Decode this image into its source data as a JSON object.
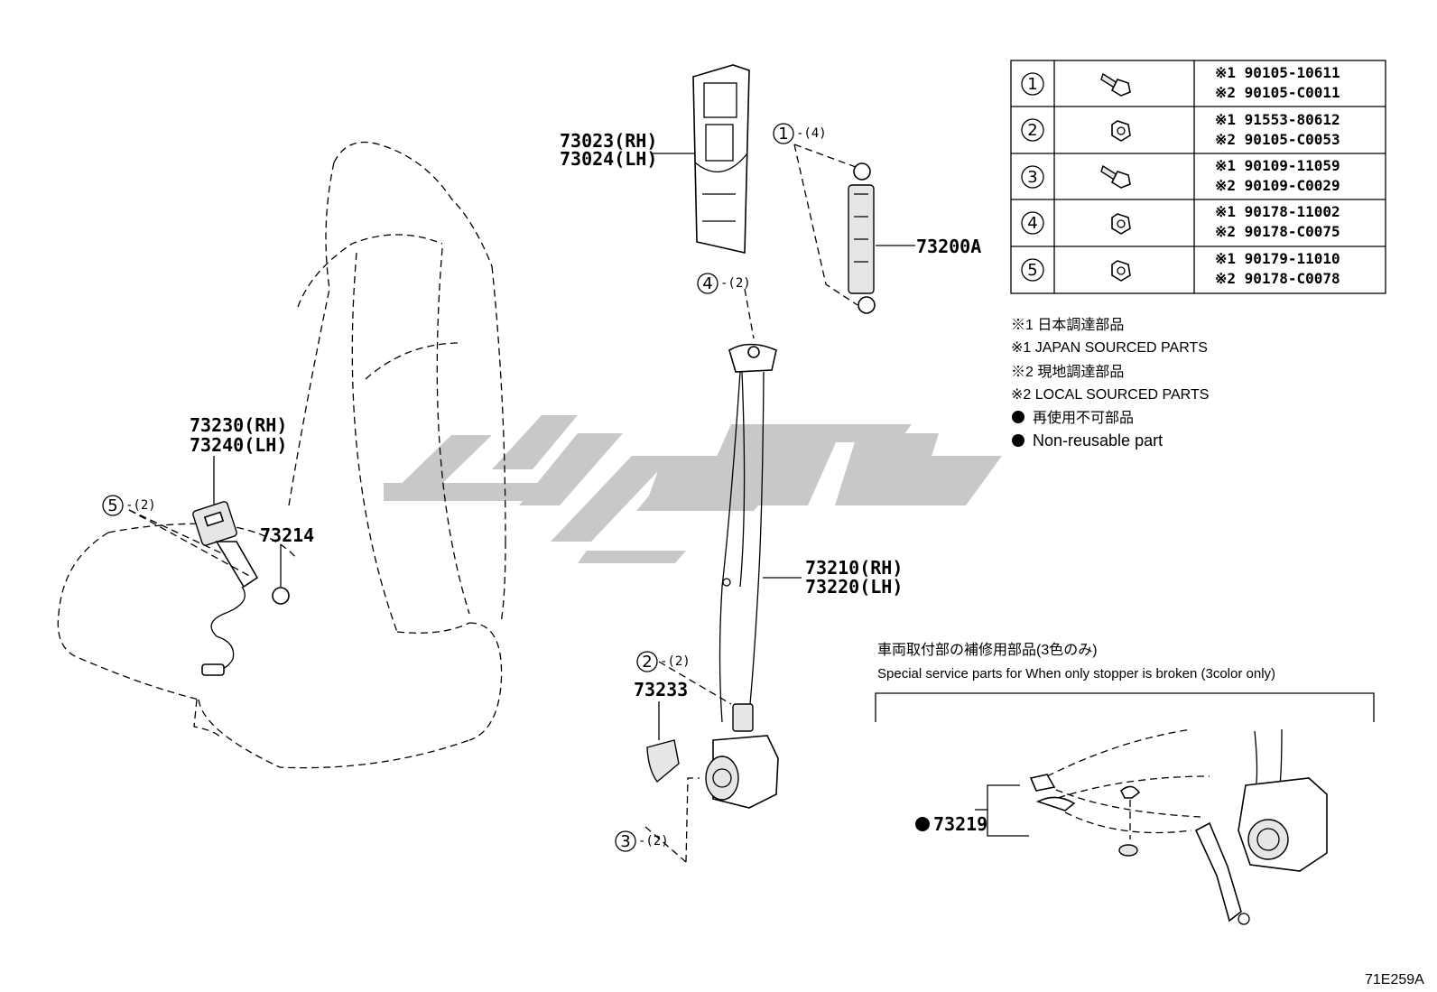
{
  "labels": {
    "pillar_trim_rh": "73023(RH)",
    "pillar_trim_lh": "73024(LH)",
    "adjuster": "73200A",
    "buckle_rh": "73230(RH)",
    "buckle_lh": "73240(LH)",
    "washer": "73214",
    "belt_rh": "73210(RH)",
    "belt_lh": "73220(LH)",
    "retractor_cover": "73233",
    "stopper_kit": "73219",
    "diagram_code": "71E259A"
  },
  "callouts": {
    "c1": {
      "num": "1",
      "qty": "-(4)"
    },
    "c2": {
      "num": "2",
      "qty": "-(2)"
    },
    "c3": {
      "num": "3",
      "qty": "-(2)"
    },
    "c4": {
      "num": "4",
      "qty": "-(2)"
    },
    "c5": {
      "num": "5",
      "qty": "-(2)"
    }
  },
  "fastener_table": [
    {
      "num": "1",
      "icon": "bolt-icon",
      "jp": "※1 90105-10611",
      "local": "※2 90105-C0011"
    },
    {
      "num": "2",
      "icon": "nut-icon",
      "jp": "※1 91553-80612",
      "local": "※2 90105-C0053"
    },
    {
      "num": "3",
      "icon": "bolt-icon",
      "jp": "※1 90109-11059",
      "local": "※2 90109-C0029"
    },
    {
      "num": "4",
      "icon": "nut-icon",
      "jp": "※1 90178-11002",
      "local": "※2 90178-C0075"
    },
    {
      "num": "5",
      "icon": "nut-icon",
      "jp": "※1 90179-11010",
      "local": "※2 90178-C0078"
    }
  ],
  "legend": {
    "jp_sourced_ja": "※1 日本調達部品",
    "jp_sourced_en": "※1 JAPAN SOURCED PARTS",
    "local_sourced_ja": "※2 現地調達部品",
    "local_sourced_en": "※2 LOCAL SOURCED PARTS",
    "non_reusable_ja": "再使用不可部品",
    "non_reusable_en": "Non-reusable part"
  },
  "special": {
    "title_ja": "車両取付部の補修用部品(3色のみ)",
    "title_en": "Special service parts for When only stopper is broken (3color only)"
  },
  "colors": {
    "ink": "#000000",
    "watermark": "#c8c8c8",
    "background": "#ffffff"
  }
}
